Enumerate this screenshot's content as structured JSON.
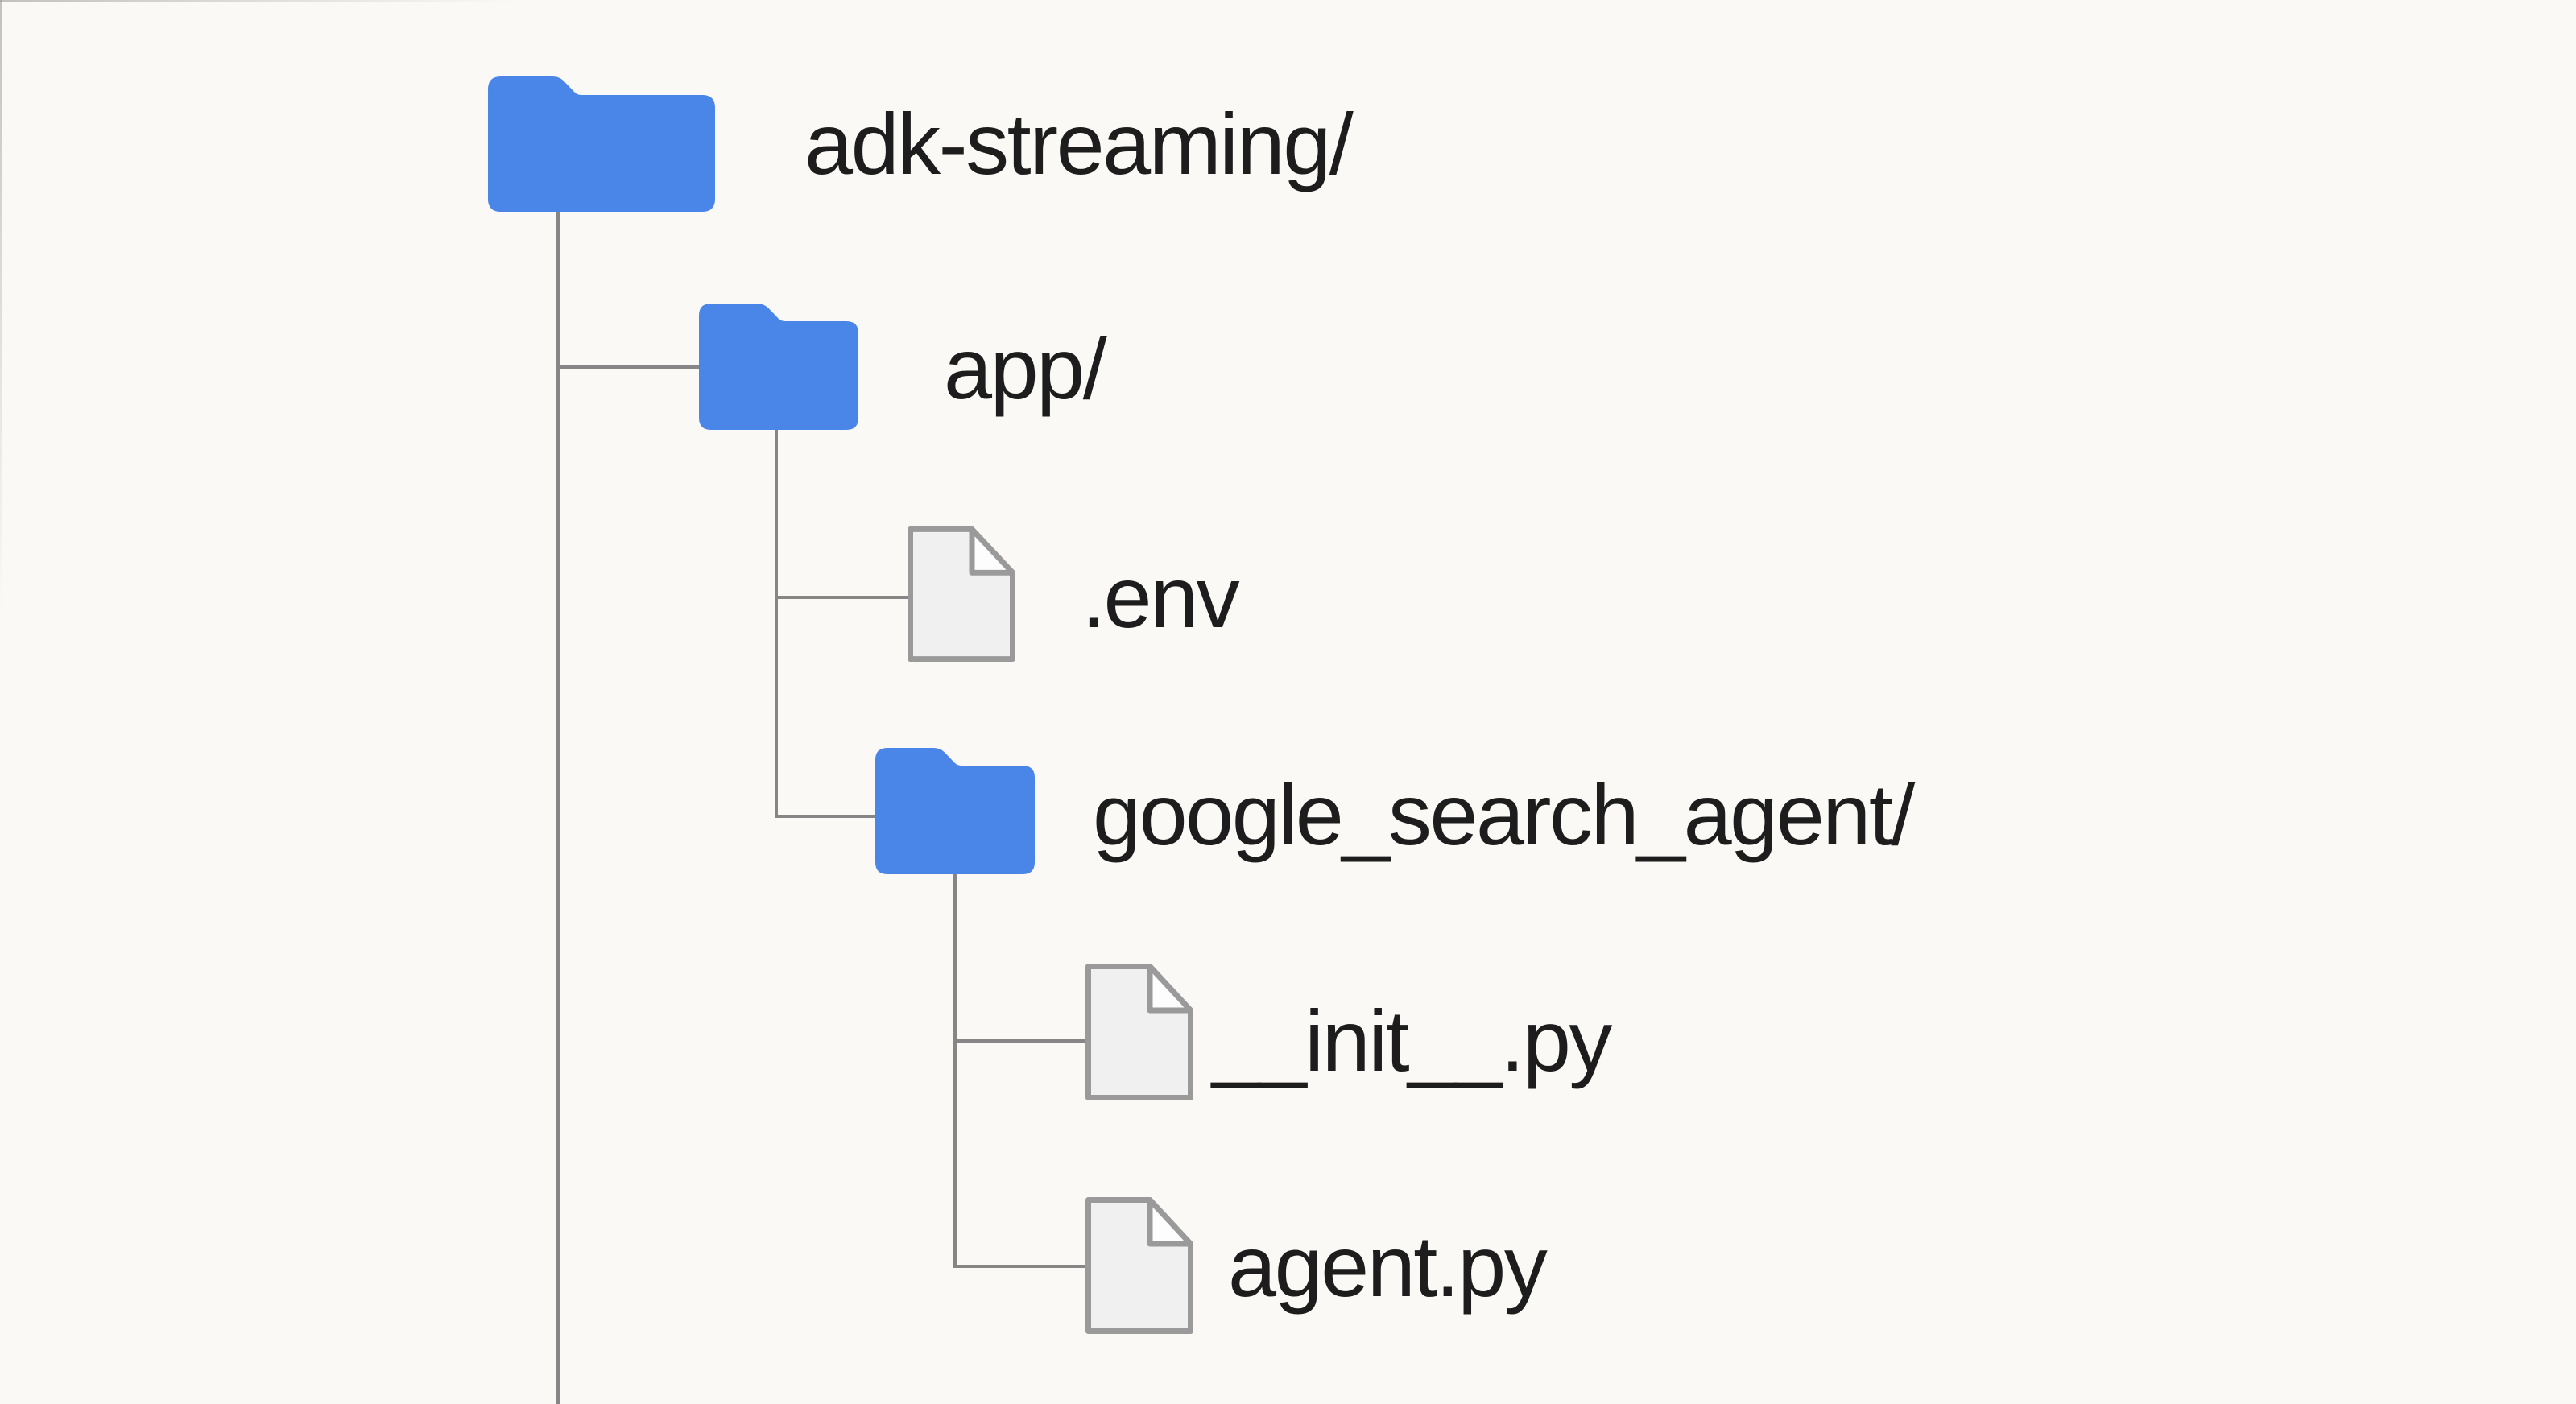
{
  "diagram": {
    "kind": "file-tree",
    "root_label": "adk-streaming/"
  },
  "theme": {
    "background": "#faf9f6",
    "folder_color": "#4a85e8",
    "file_fill": "#f0f0f1",
    "file_fold": "#fdfdfd",
    "file_stroke": "#9a9a9a",
    "line_color": "#868686",
    "text_color": "#1d1d1d"
  },
  "tree": {
    "nodes": [
      {
        "label": "adk-streaming/",
        "type": "folder",
        "depth": 0,
        "parent": null
      },
      {
        "label": "app/",
        "type": "folder",
        "depth": 1,
        "parent": "adk-streaming/"
      },
      {
        "label": ".env",
        "type": "file",
        "depth": 2,
        "parent": "app/"
      },
      {
        "label": "google_search_agent/",
        "type": "folder",
        "depth": 2,
        "parent": "app/"
      },
      {
        "label": "__init__.py",
        "type": "file",
        "depth": 3,
        "parent": "google_search_agent/"
      },
      {
        "label": "agent.py",
        "type": "file",
        "depth": 3,
        "parent": "google_search_agent/"
      }
    ]
  }
}
